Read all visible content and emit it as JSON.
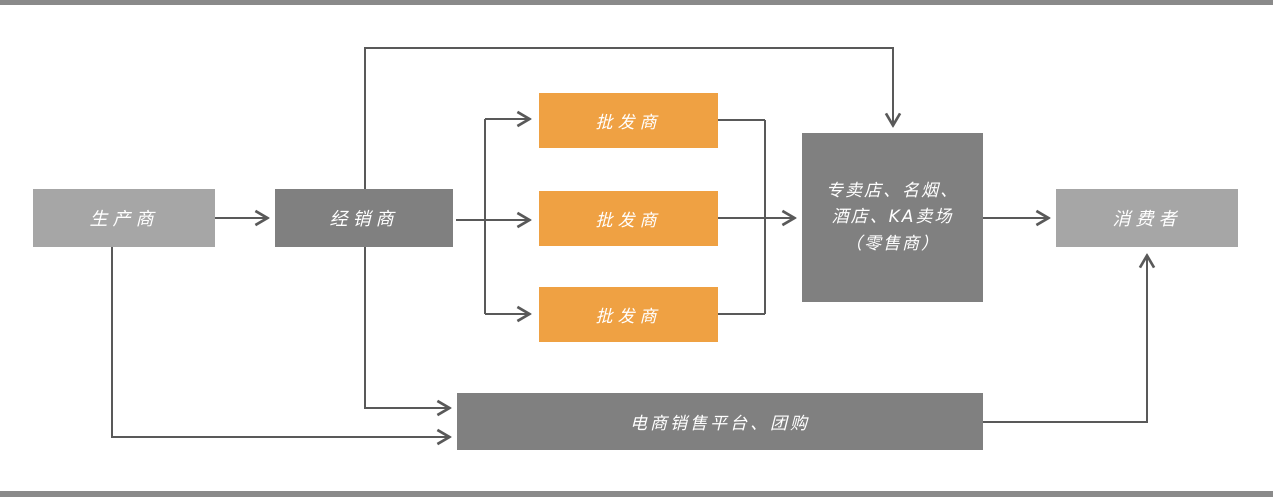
{
  "page": {
    "background_color": "#ffffff",
    "top_bar_color": "#8a8a8a",
    "bottom_bar_color": "#8a8a8a"
  },
  "colors": {
    "light_gray_node": "#a6a6a6",
    "dark_gray_node": "#808080",
    "orange_node": "#efa143",
    "connector_line": "#595959",
    "node_text": "#ffffff"
  },
  "diagram": {
    "type": "flow-diagram",
    "nodes": {
      "producer": {
        "label": "生产商"
      },
      "distributor": {
        "label": "经销商"
      },
      "wholesaler_1": {
        "label": "批发商"
      },
      "wholesaler_2": {
        "label": "批发商"
      },
      "wholesaler_3": {
        "label": "批发商"
      },
      "retailer": {
        "label_line_1": "专卖店、名烟、",
        "label_line_2": "酒店、KA卖场",
        "label_line_3": "（零售商）"
      },
      "consumer": {
        "label": "消费者"
      },
      "ecommerce": {
        "label": "电商销售平台、团购"
      }
    },
    "flows": [
      "生产商 → 经销商",
      "经销商 → 批发商 ×3",
      "批发商 ×3 → 专卖店、名烟、酒店、KA卖场（零售商）",
      "经销商 → 专卖店、名烟、酒店、KA卖场（零售商）",
      "专卖店、名烟、酒店、KA卖场（零售商） → 消费者",
      "生产商 → 电商销售平台、团购",
      "经销商 → 电商销售平台、团购",
      "电商销售平台、团购 → 消费者"
    ]
  }
}
